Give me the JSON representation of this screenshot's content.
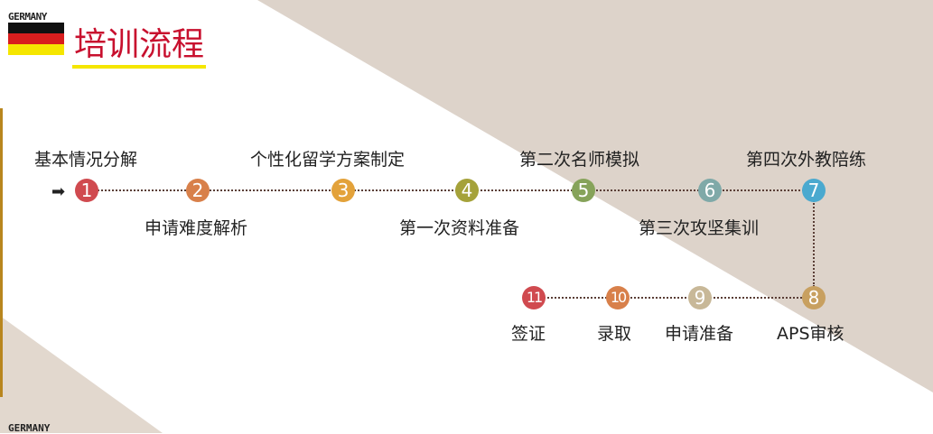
{
  "logo": {
    "text": "GERMANY"
  },
  "title": "培训流程",
  "steps": [
    {
      "n": "1",
      "label": "基本情况分解",
      "color": "#d04a4f"
    },
    {
      "n": "2",
      "label": "申请难度解析",
      "color": "#d8804a"
    },
    {
      "n": "3",
      "label": "个性化留学方案制定",
      "color": "#e3a23a"
    },
    {
      "n": "4",
      "label": "第一次资料准备",
      "color": "#a5a23a"
    },
    {
      "n": "5",
      "label": "第二次名师模拟",
      "color": "#86a35a"
    },
    {
      "n": "6",
      "label": "第三次攻坚集训",
      "color": "#7fa9a8"
    },
    {
      "n": "7",
      "label": "第四次外教陪练",
      "color": "#4aa9cf"
    },
    {
      "n": "8",
      "label": "APS审核",
      "color": "#c8a060"
    },
    {
      "n": "9",
      "label": "申请准备",
      "color": "#c8b898"
    },
    {
      "n": "10",
      "label": "录取",
      "color": "#d8804a"
    },
    {
      "n": "11",
      "label": "签证",
      "color": "#d04a4f"
    }
  ]
}
